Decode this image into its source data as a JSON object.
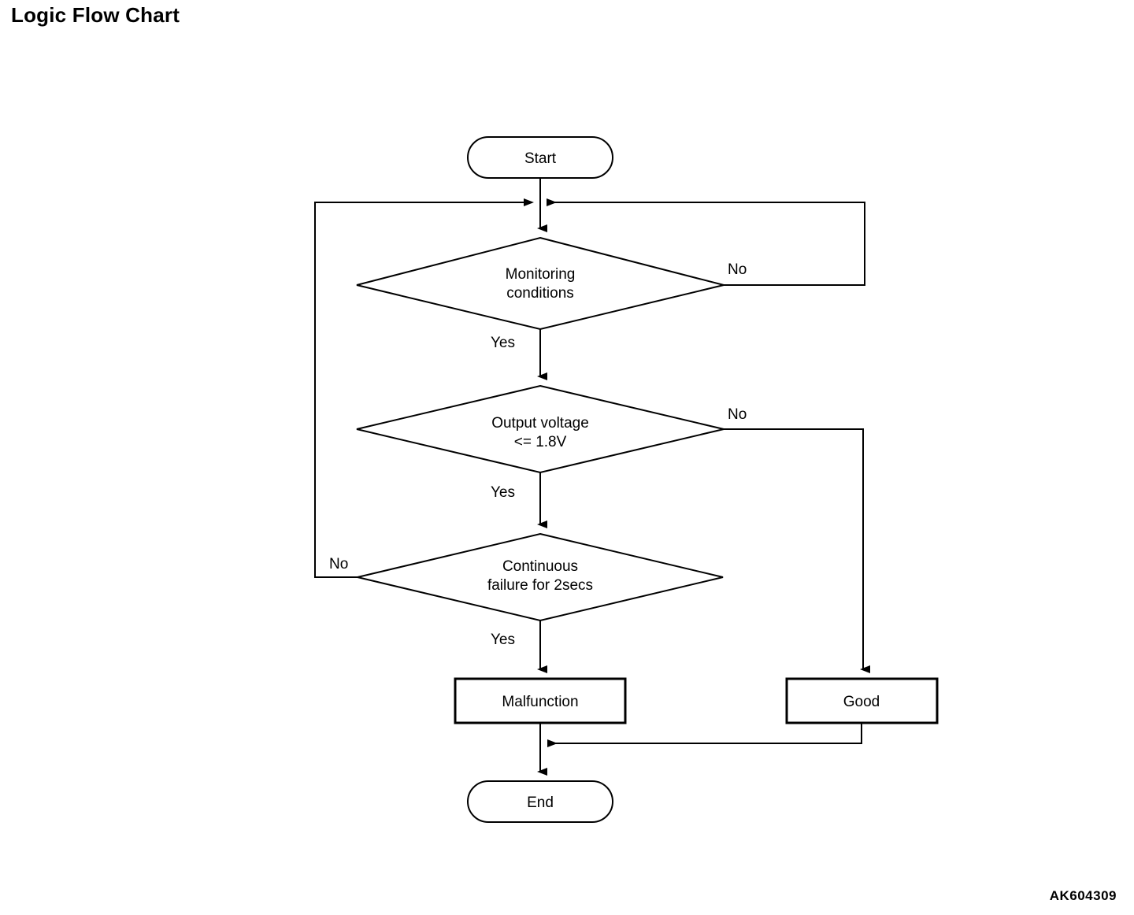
{
  "page": {
    "title": "Logic Flow Chart",
    "figure_code": "AK604309"
  },
  "chart_data": {
    "type": "diagram",
    "title": "Logic Flow Chart",
    "nodes": [
      {
        "id": "start",
        "shape": "terminator",
        "label": "Start"
      },
      {
        "id": "monitoring",
        "shape": "decision",
        "label_line1": "Monitoring",
        "label_line2": "conditions"
      },
      {
        "id": "voltage",
        "shape": "decision",
        "label_line1": "Output voltage",
        "label_line2": "<= 1.8V"
      },
      {
        "id": "continuous",
        "shape": "decision",
        "label_line1": "Continuous",
        "label_line2": "failure for 2secs"
      },
      {
        "id": "malfunction",
        "shape": "process",
        "label": "Malfunction"
      },
      {
        "id": "good",
        "shape": "process",
        "label": "Good"
      },
      {
        "id": "end",
        "shape": "terminator",
        "label": "End"
      }
    ],
    "edges": [
      {
        "from": "start",
        "to": "monitoring",
        "label": ""
      },
      {
        "from": "monitoring",
        "to": "voltage",
        "label": "Yes"
      },
      {
        "from": "monitoring",
        "to": "start_join",
        "label": "No"
      },
      {
        "from": "voltage",
        "to": "continuous",
        "label": "Yes"
      },
      {
        "from": "voltage",
        "to": "good",
        "label": "No"
      },
      {
        "from": "continuous",
        "to": "malfunction",
        "label": "Yes"
      },
      {
        "from": "continuous",
        "to": "start_join",
        "label": "No"
      },
      {
        "from": "malfunction",
        "to": "end",
        "label": ""
      },
      {
        "from": "good",
        "to": "end",
        "label": ""
      }
    ]
  },
  "labels": {
    "start": "Start",
    "end": "End",
    "malfunction": "Malfunction",
    "good": "Good",
    "monitoring_l1": "Monitoring",
    "monitoring_l2": "conditions",
    "voltage_l1": "Output voltage",
    "voltage_l2": "<= 1.8V",
    "continuous_l1": "Continuous",
    "continuous_l2": "failure for 2secs",
    "yes_1": "Yes",
    "yes_2": "Yes",
    "yes_3": "Yes",
    "no_1": "No",
    "no_2": "No",
    "no_3": "No"
  },
  "colors": {
    "stroke": "#000000",
    "fill": "#ffffff",
    "text": "#000000"
  }
}
